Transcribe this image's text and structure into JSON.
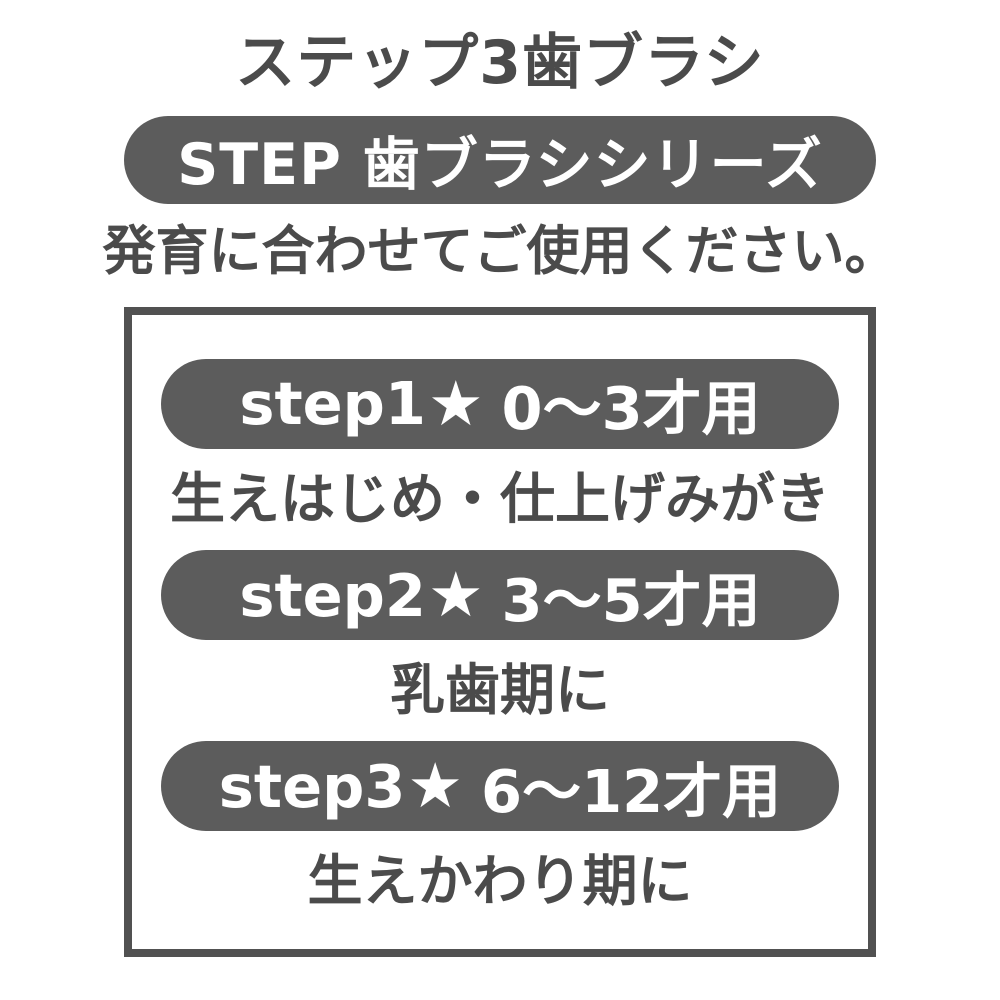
{
  "page_title": "ステップ3歯ブラシ",
  "series_badge": {
    "label": "STEP 歯ブラシシリーズ"
  },
  "subtitle": "発育に合わせてご使用ください。",
  "steps": [
    {
      "step_label": "step1",
      "star_icon": "★",
      "age_range": "0～3才用",
      "description": "生えはじめ・仕上げみがき"
    },
    {
      "step_label": "step2",
      "star_icon": "★",
      "age_range": "3～5才用",
      "description": "乳歯期に"
    },
    {
      "step_label": "step3",
      "star_icon": "★",
      "age_range": "6～12才用",
      "description": "生えかわり期に"
    }
  ],
  "colors": {
    "background": "#ffffff",
    "pill_background": "#5c5c5c",
    "pill_text": "#ffffff",
    "body_text": "#4b4b4b",
    "box_border": "#515151"
  }
}
